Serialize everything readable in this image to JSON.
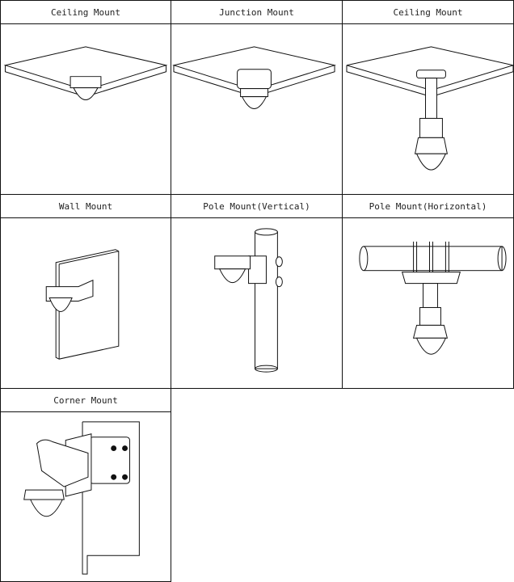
{
  "mounts": [
    {
      "label": "Ceiling Mount"
    },
    {
      "label": "Junction Mount"
    },
    {
      "label": "Ceiling Mount"
    },
    {
      "label": "Wall Mount"
    },
    {
      "label": "Pole Mount(Vertical)"
    },
    {
      "label": "Pole Mount(Horizontal)"
    },
    {
      "label": "Corner Mount"
    }
  ]
}
